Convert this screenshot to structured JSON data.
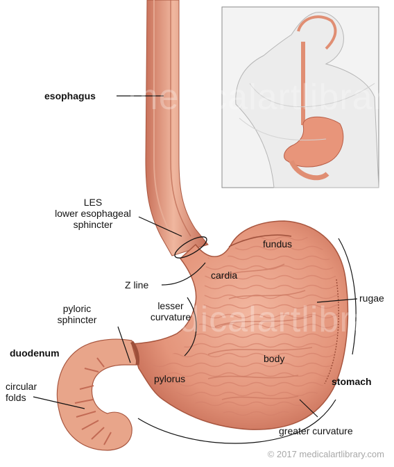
{
  "labels": {
    "esophagus": "esophagus",
    "les_abbr": "LES",
    "les_line1": "lower esophageal",
    "les_line2": "sphincter",
    "fundus": "fundus",
    "cardia": "cardia",
    "z_line": "Z line",
    "lesser1": "lesser",
    "lesser2": "curvature",
    "rugae": "rugae",
    "pyloric1": "pyloric",
    "pyloric2": "sphincter",
    "duodenum": "duodenum",
    "body": "body",
    "pylorus": "pylorus",
    "circular1": "circular",
    "circular2": "folds",
    "stomach": "stomach",
    "greater": "greater curvature"
  },
  "watermark": "©2017 medicalartlibrary",
  "copyright": "© 2017 medicalartlibrary.com",
  "colors": {
    "tissue": "#e8a58a",
    "tissue_dark": "#c9715a",
    "lining": "#e9a48c",
    "outline": "#111111",
    "inset_bg": "#f3f3f3"
  }
}
